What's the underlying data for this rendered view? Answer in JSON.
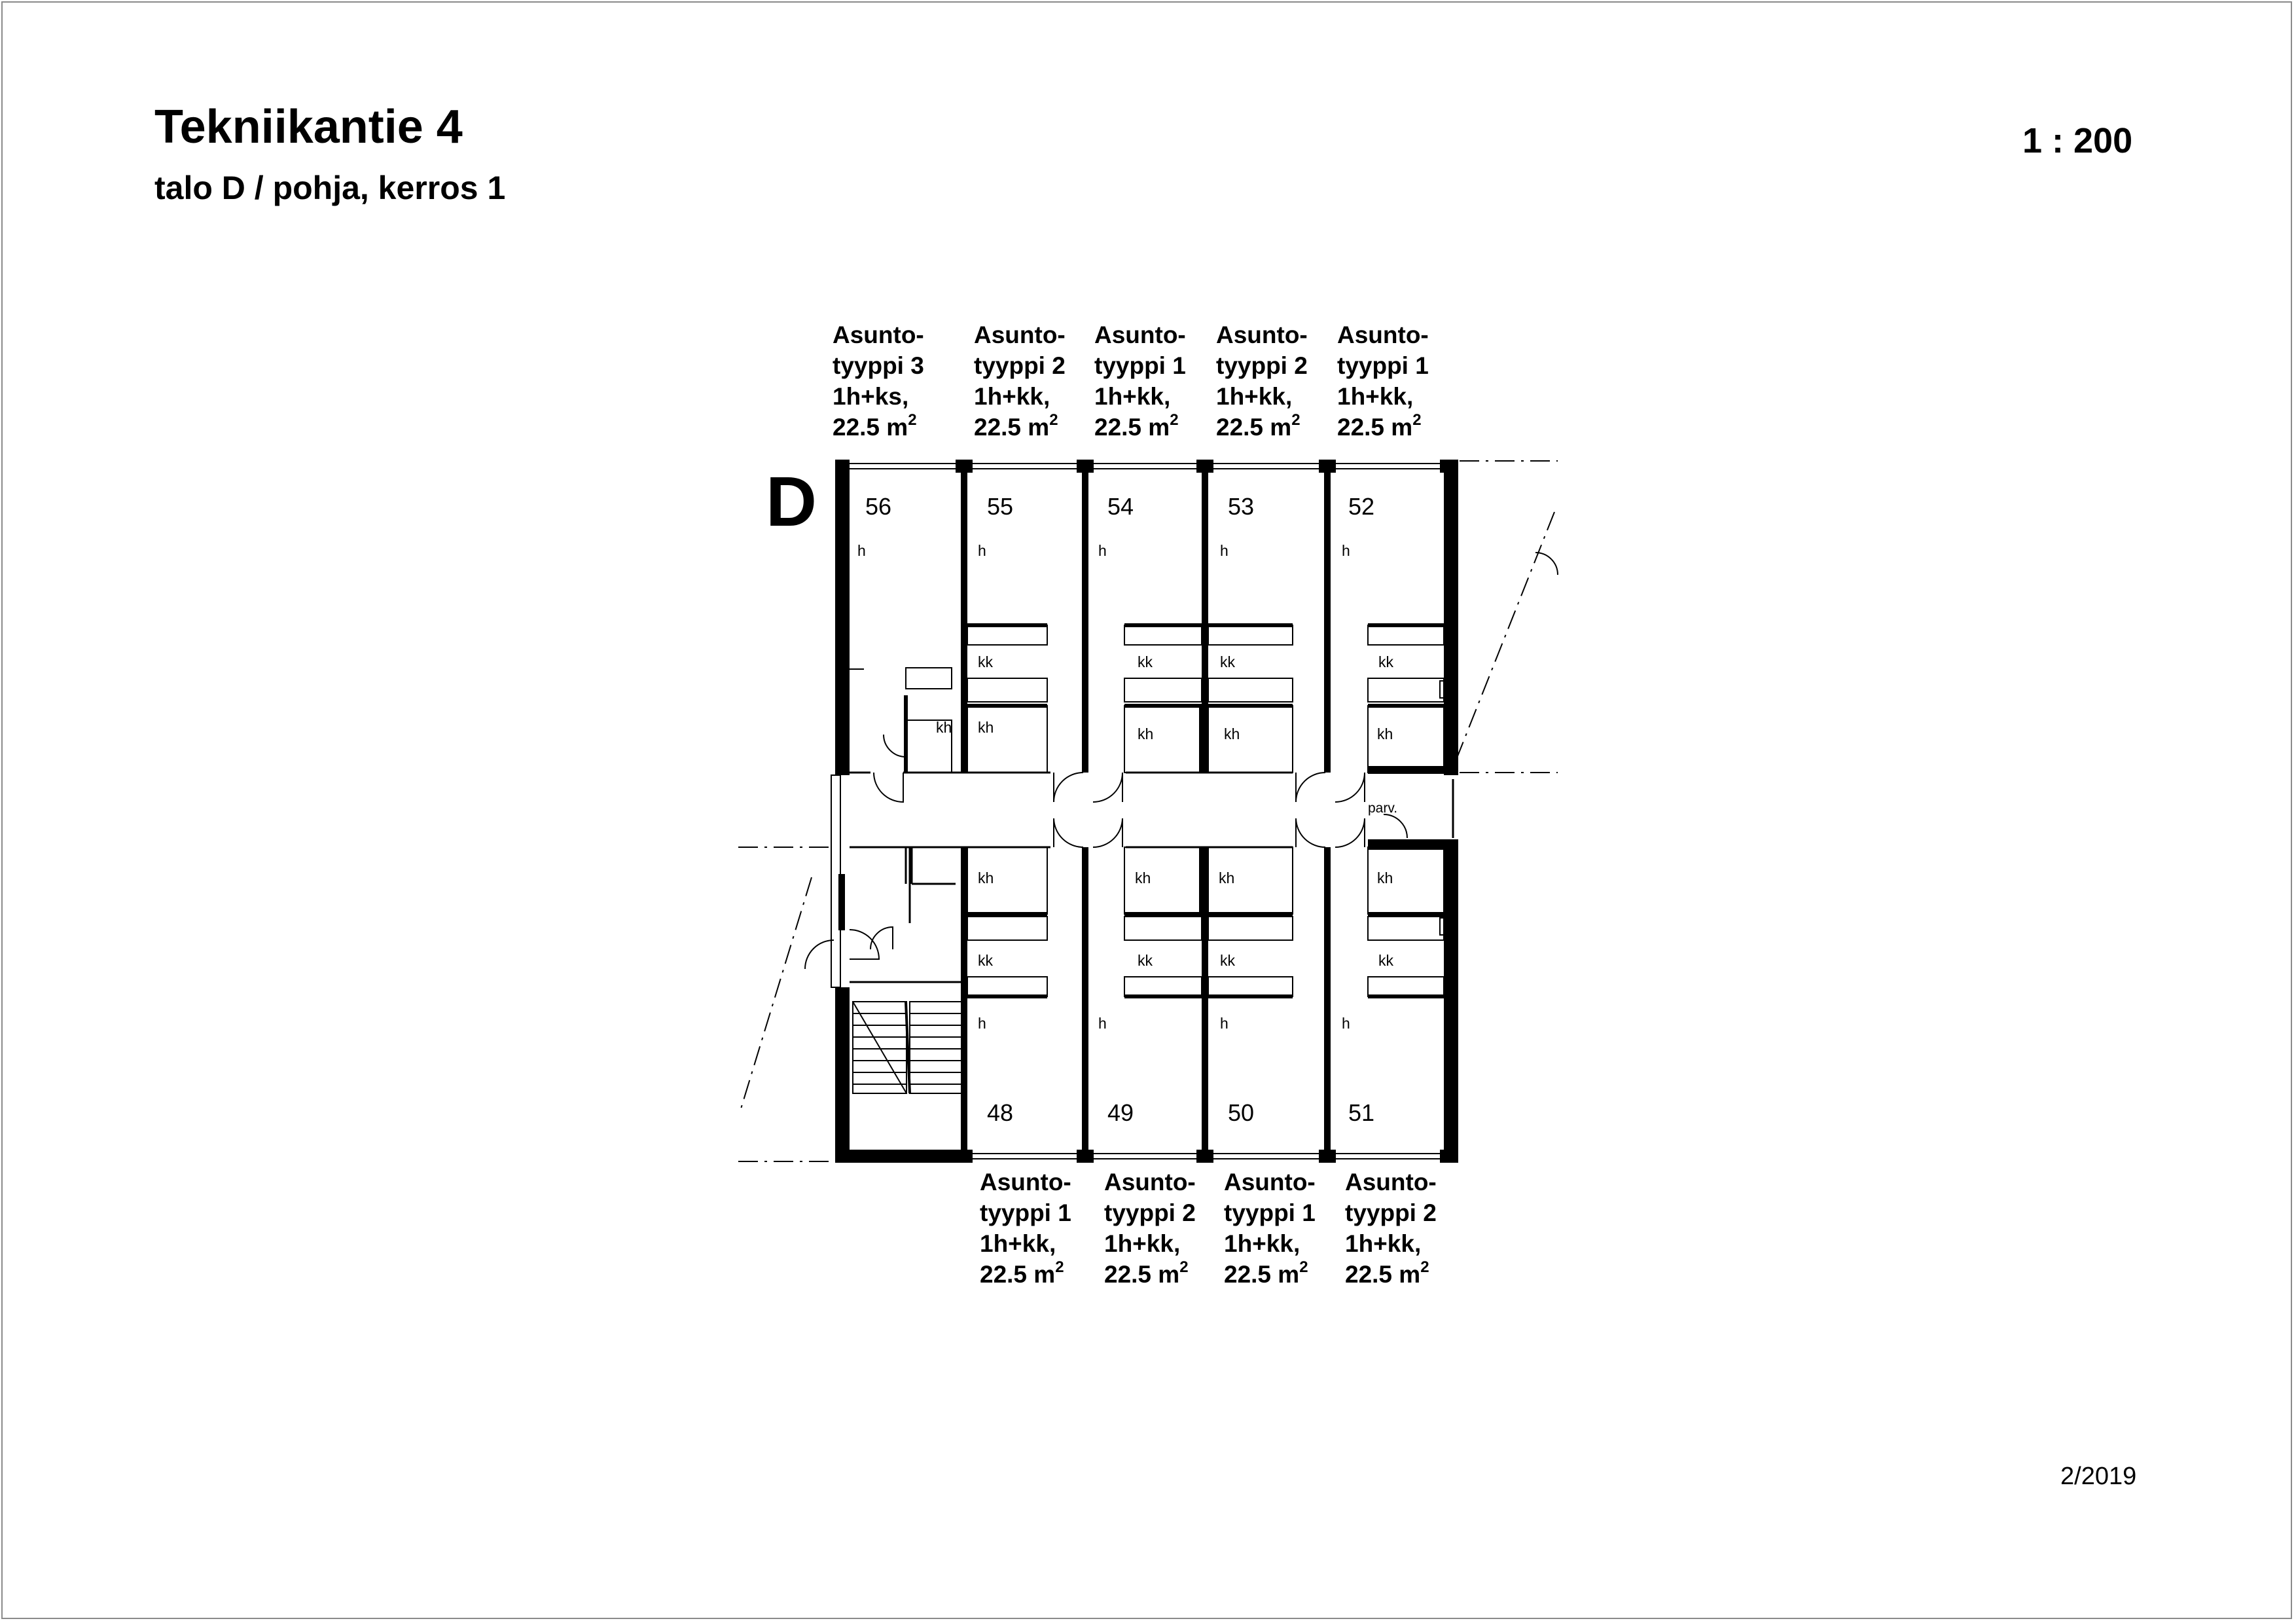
{
  "header": {
    "title": "Tekniikantie 4",
    "subtitle": "talo D / pohja, kerros 1",
    "scale": "1 : 200"
  },
  "footer": {
    "date": "2/2019"
  },
  "house_label": "D",
  "labels": {
    "living_room": "h",
    "kitchenette": "kk",
    "bathroom": "kh",
    "balcony": "parv."
  },
  "top_apartments": [
    {
      "number": "56",
      "line1": "Asunto-",
      "line2": "tyyppi 3",
      "line3": "1h+ks,",
      "area": "22.5 m",
      "area_sup": "2"
    },
    {
      "number": "55",
      "line1": "Asunto-",
      "line2": "tyyppi 2",
      "line3": "1h+kk,",
      "area": "22.5 m",
      "area_sup": "2"
    },
    {
      "number": "54",
      "line1": "Asunto-",
      "line2": "tyyppi 1",
      "line3": "1h+kk,",
      "area": "22.5 m",
      "area_sup": "2"
    },
    {
      "number": "53",
      "line1": "Asunto-",
      "line2": "tyyppi 2",
      "line3": "1h+kk,",
      "area": "22.5 m",
      "area_sup": "2"
    },
    {
      "number": "52",
      "line1": "Asunto-",
      "line2": "tyyppi 1",
      "line3": "1h+kk,",
      "area": "22.5 m",
      "area_sup": "2"
    }
  ],
  "bottom_apartments": [
    {
      "number": "48",
      "line1": "Asunto-",
      "line2": "tyyppi 1",
      "line3": "1h+kk,",
      "area": "22.5 m",
      "area_sup": "2"
    },
    {
      "number": "49",
      "line1": "Asunto-",
      "line2": "tyyppi 2",
      "line3": "1h+kk,",
      "area": "22.5 m",
      "area_sup": "2"
    },
    {
      "number": "50",
      "line1": "Asunto-",
      "line2": "tyyppi 1",
      "line3": "1h+kk,",
      "area": "22.5 m",
      "area_sup": "2"
    },
    {
      "number": "51",
      "line1": "Asunto-",
      "line2": "tyyppi 2",
      "line3": "1h+kk,",
      "area": "22.5 m",
      "area_sup": "2"
    }
  ]
}
